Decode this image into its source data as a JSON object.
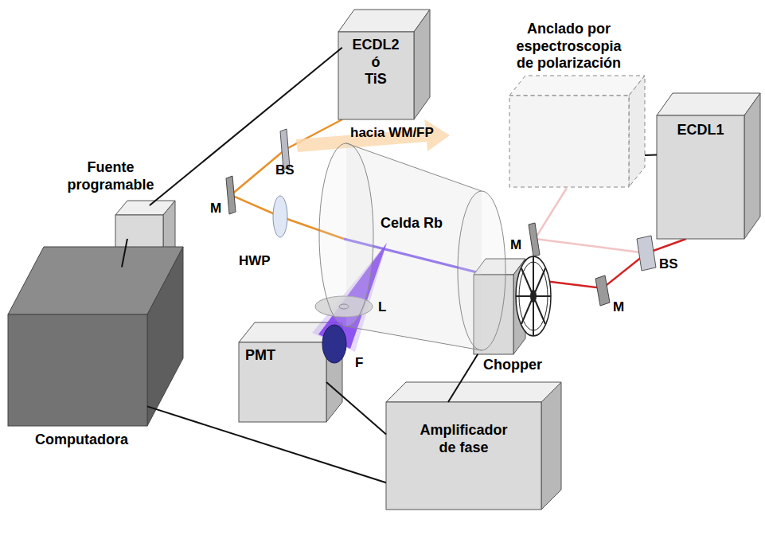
{
  "diagram": {
    "nodes": [
      {
        "text": [
          "ECDL2 ó TiS"
        ]
      },
      {
        "text": [
          "Anclado por espectroscopia de polarización"
        ]
      },
      {
        "text": [
          "ECDL1"
        ]
      },
      {
        "text": [
          "Fuente programable"
        ]
      },
      {
        "text": [
          "Celda Rb"
        ]
      },
      {
        "text": [
          "Computadora"
        ]
      },
      {
        "text": [
          "PMT"
        ]
      },
      {
        "text": [
          "Chopper"
        ]
      },
      {
        "text": [
          "Amplificador de fase"
        ]
      }
    ],
    "edges": [
      {
        "from": 0,
        "to": 3,
        "arrow": "none"
      },
      {
        "from": 1,
        "to": 2,
        "arrow": "none"
      },
      {
        "from": 3,
        "to": 5,
        "arrow": "none"
      },
      {
        "from": 5,
        "to": 8,
        "arrow": "none"
      },
      {
        "from": 6,
        "to": 8,
        "arrow": "none"
      },
      {
        "from": 7,
        "to": 8,
        "arrow": "none"
      }
    ],
    "labels": [
      "hacia WM/FP",
      "BS",
      "M",
      "HWP",
      "M",
      "BS",
      "M",
      "L",
      "F"
    ]
  }
}
